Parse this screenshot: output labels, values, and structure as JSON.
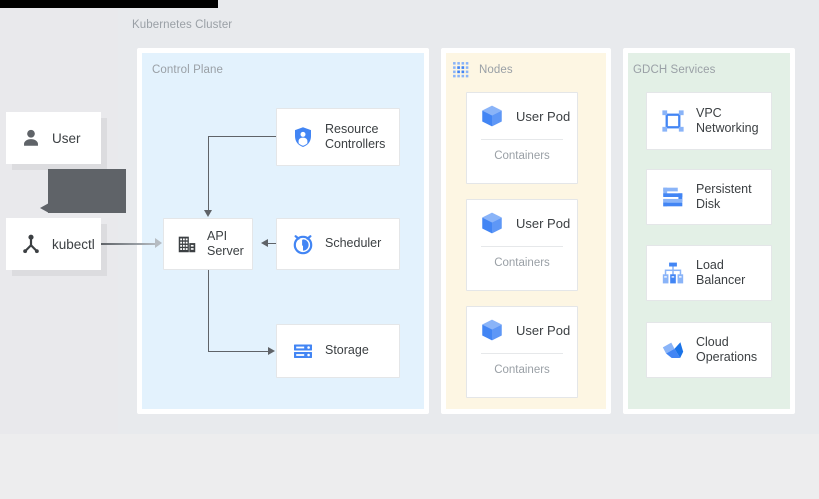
{
  "diagram": {
    "title": "Kubernetes Cluster",
    "colors": {
      "control_plane_bg": "#e3f2fd",
      "nodes_bg": "#fdf6e3",
      "gdch_bg": "#e3f0e6",
      "page_bg": "#e8eaed",
      "icon_blue": "#4285f4",
      "icon_gray": "#5f6368",
      "text": "#3c4043",
      "muted_text": "#9aa0a6",
      "tooltip_bg": "#5f6368"
    }
  },
  "actors": [
    {
      "label": "User",
      "icon": "person-icon"
    },
    {
      "label": "kubectl",
      "icon": "kubectl-icon"
    }
  ],
  "tooltip": {
    "text": ""
  },
  "panels": {
    "control_plane": {
      "label": "Control Plane",
      "cards": [
        {
          "label": "API\nServer",
          "label_line1": "API",
          "label_line2": "Server",
          "icon": "api-server-icon"
        },
        {
          "label": "Resource\nControllers",
          "label_line1": "Resource",
          "label_line2": "Controllers",
          "icon": "shield-person-icon"
        },
        {
          "label": "Scheduler",
          "icon": "alarm-clock-icon"
        },
        {
          "label": "Storage",
          "icon": "storage-rack-icon"
        }
      ]
    },
    "nodes": {
      "label": "Nodes",
      "icon": "dot-grid-icon",
      "pods": [
        {
          "name": "User Pod",
          "sub": "Containers",
          "icon": "cube-icon"
        },
        {
          "name": "User Pod",
          "sub": "Containers",
          "icon": "cube-icon"
        },
        {
          "name": "User Pod",
          "sub": "Containers",
          "icon": "cube-icon"
        }
      ]
    },
    "gdch": {
      "label": "GDCH Services",
      "services": [
        {
          "label_line1": "VPC",
          "label_line2": "Networking",
          "icon": "vpc-networking-icon"
        },
        {
          "label_line1": "Persistent",
          "label_line2": "Disk",
          "icon": "persistent-disk-icon"
        },
        {
          "label_line1": "Load",
          "label_line2": "Balancer",
          "icon": "load-balancer-icon"
        },
        {
          "label_line1": "Cloud",
          "label_line2": "Operations",
          "icon": "cloud-operations-icon"
        }
      ]
    }
  },
  "connections": [
    {
      "from": "kubectl",
      "to": "API Server",
      "direction": "right"
    },
    {
      "from": "Resource Controllers",
      "to": "API Server",
      "direction": "down"
    },
    {
      "from": "Scheduler",
      "to": "API Server",
      "direction": "left"
    },
    {
      "from": "API Server",
      "to": "Storage",
      "direction": "right"
    }
  ]
}
